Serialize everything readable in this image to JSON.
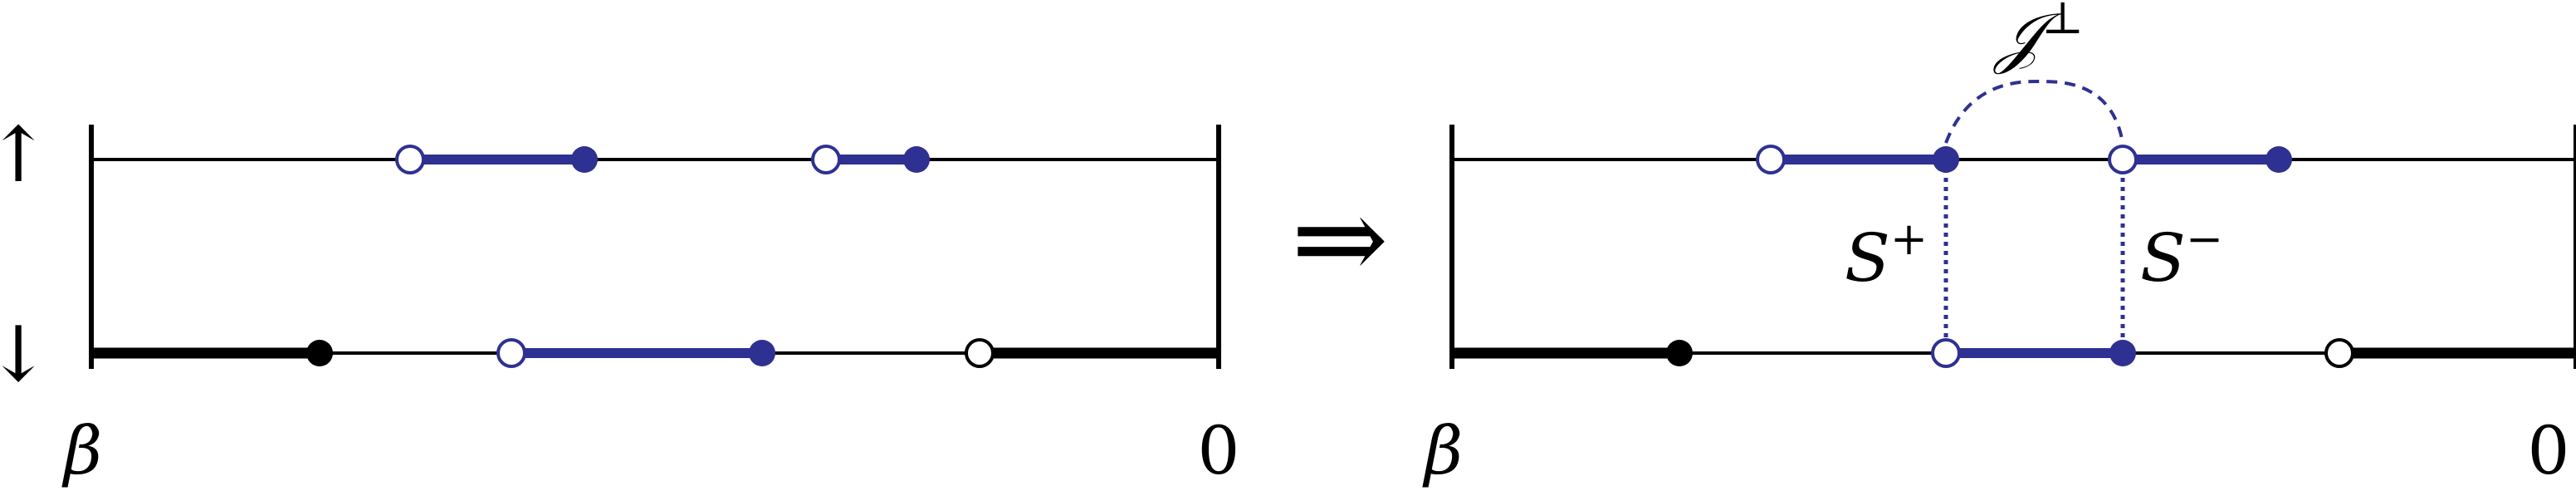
{
  "colors": {
    "ink": "#000000",
    "accent": "#2e3191",
    "background": "#ffffff"
  },
  "labels": {
    "spin_up": "↑",
    "spin_down": "↓",
    "implies": "⇒",
    "beta_left": "β",
    "zero_left": "0",
    "beta_right": "β",
    "zero_right": "0",
    "splus_base": "S",
    "splus_sup": "+",
    "sminus_base": "S",
    "sminus_sup": "−",
    "jperp_base": "𝒥",
    "jperp_sup": "⊥"
  }
}
